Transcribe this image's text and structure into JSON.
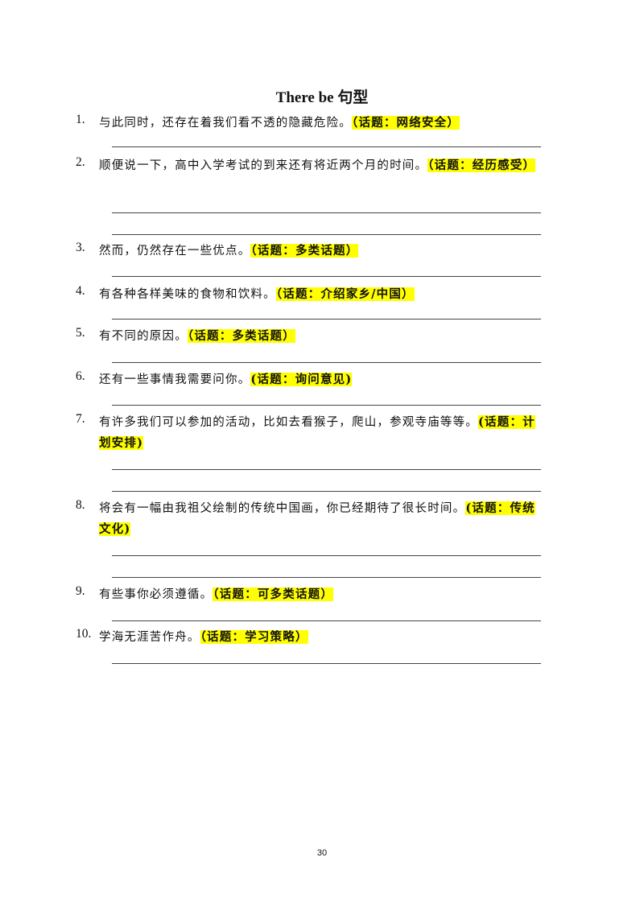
{
  "title": "There be  句型",
  "page_number": "30",
  "items": [
    {
      "num": "1.",
      "sentence": "与此同时，还存在着我们看不透的隐藏危险。",
      "topic": "（话题：网络安全）"
    },
    {
      "num": "2.",
      "sentence": "顺便说一下，高中入学考试的到来还有将近两个月的时间。",
      "topic": "（话题：经历感受）"
    },
    {
      "num": "3.",
      "sentence": "然而，仍然存在一些优点。",
      "topic": "（话题：多类话题）"
    },
    {
      "num": "4.",
      "sentence": "有各种各样美味的食物和饮料。",
      "topic": "（话题：介绍家乡/中国）"
    },
    {
      "num": "5.",
      "sentence": "有不同的原因。",
      "topic": "（话题：多类话题）"
    },
    {
      "num": "6.",
      "sentence": "还有一些事情我需要问你。",
      "topic": "(话题：询问意见)"
    },
    {
      "num": "7.",
      "sentence": "有许多我们可以参加的活动，比如去看猴子，爬山，参观寺庙等等。",
      "topic": "(话题：计划安排)"
    },
    {
      "num": "8.",
      "sentence": "将会有一幅由我祖父绘制的传统中国画，你已经期待了很长时间。",
      "topic": "(话题：传统文化)"
    },
    {
      "num": "9.",
      "sentence": "有些事你必须遵循。",
      "topic": "（话题：可多类话题）"
    },
    {
      "num": "10.",
      "sentence": "学海无涯苦作舟。",
      "topic": "（话题：学习策略）"
    }
  ]
}
